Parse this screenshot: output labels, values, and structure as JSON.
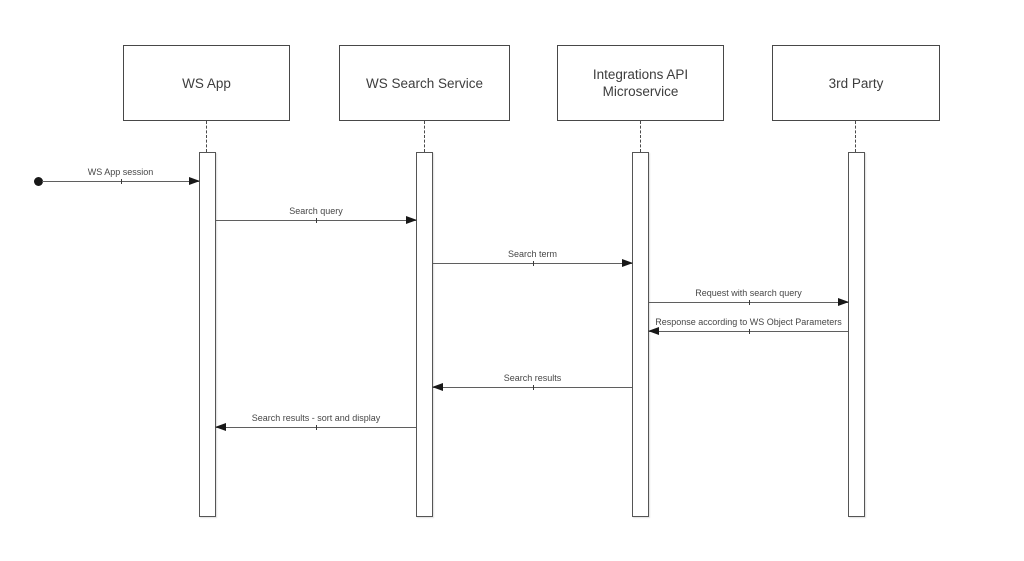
{
  "diagram": {
    "type": "sequence-diagram",
    "participants": [
      {
        "name": "WS App"
      },
      {
        "name": "WS Search Service"
      },
      {
        "name": "Integrations API Microservice"
      },
      {
        "name": "3rd Party"
      }
    ],
    "start_node": {
      "shape": "filled-circle"
    },
    "messages": [
      {
        "label": "WS App session",
        "from": "start",
        "to": "WS App",
        "direction": "right"
      },
      {
        "label": "Search query",
        "from": "WS App",
        "to": "WS Search Service",
        "direction": "right"
      },
      {
        "label": "Search term",
        "from": "WS Search Service",
        "to": "Integrations API Microservice",
        "direction": "right"
      },
      {
        "label": "Request with search query",
        "from": "Integrations API Microservice",
        "to": "3rd Party",
        "direction": "right"
      },
      {
        "label": "Response according to WS Object Parameters",
        "from": "3rd Party",
        "to": "Integrations API Microservice",
        "direction": "left"
      },
      {
        "label": "Search results",
        "from": "Integrations API Microservice",
        "to": "WS Search Service",
        "direction": "left"
      },
      {
        "label": "Search results - sort and display",
        "from": "WS Search Service",
        "to": "WS App",
        "direction": "left"
      }
    ],
    "colors": {
      "background": "#ffffff",
      "shape_border": "#484848",
      "message_line": "#5f5f5f",
      "arrowhead": "#181818",
      "text": "#3d3d3d"
    }
  }
}
